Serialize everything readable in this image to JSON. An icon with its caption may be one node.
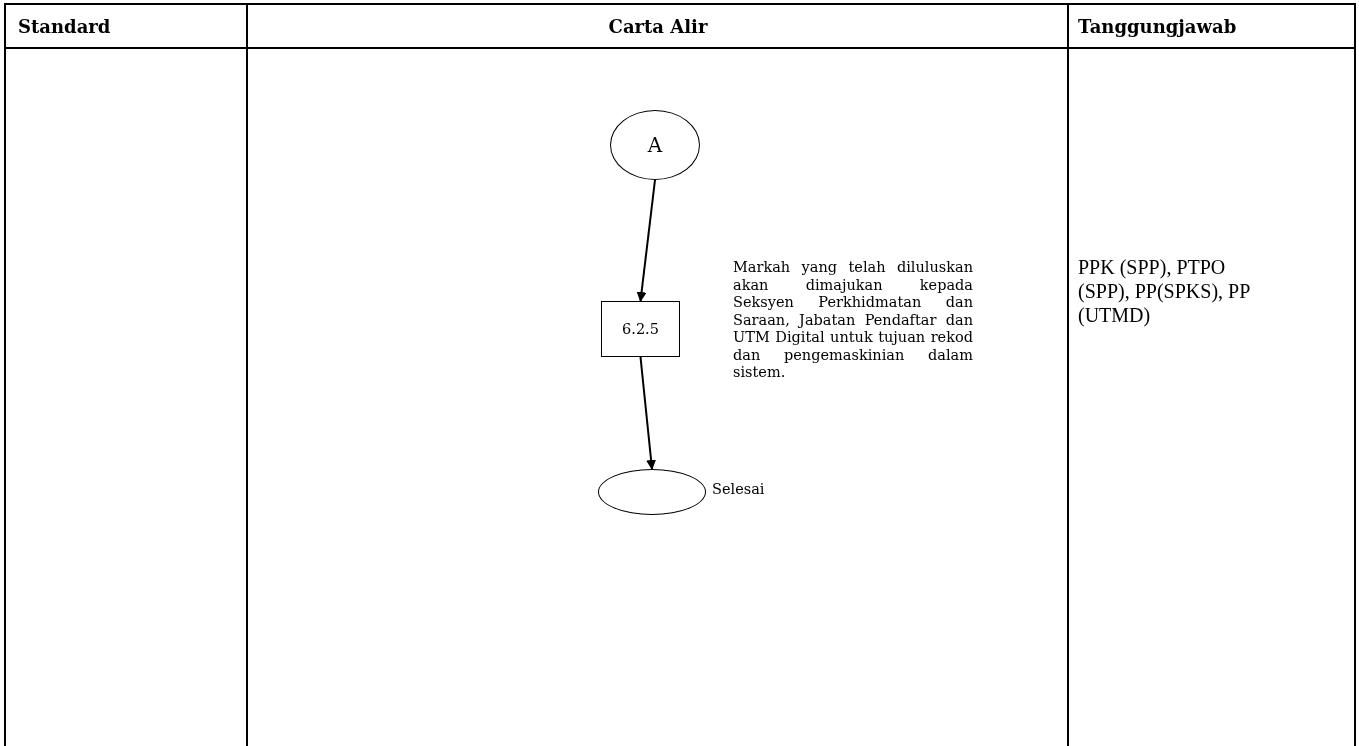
{
  "diagram": {
    "nodes": [
      {
        "text": [
          "A"
        ]
      },
      {
        "text": [
          "6.2.5"
        ],
        "beside": [
          "Markah yang telah diluluskan akan dimajukan kepada Seksyen Perkhidmatan dan Saraan, Jabatan Pendaftar dan UTM Digital untuk tujuan rekod dan pengemaskinian dalam sistem."
        ]
      },
      {
        "text": [],
        "shape": "circle",
        "beside": [
          "Selesai"
        ]
      }
    ],
    "edges": [
      {
        "from": 0,
        "to": 1,
        "arrow": "to"
      },
      {
        "from": 1,
        "to": 2,
        "arrow": "to"
      }
    ],
    "labels": [
      "Standard",
      "Carta Alir",
      "Tanggungjawab",
      "PPK (SPP), PTPO (SPP), PP(SPKS), PP (UTMD)"
    ]
  }
}
